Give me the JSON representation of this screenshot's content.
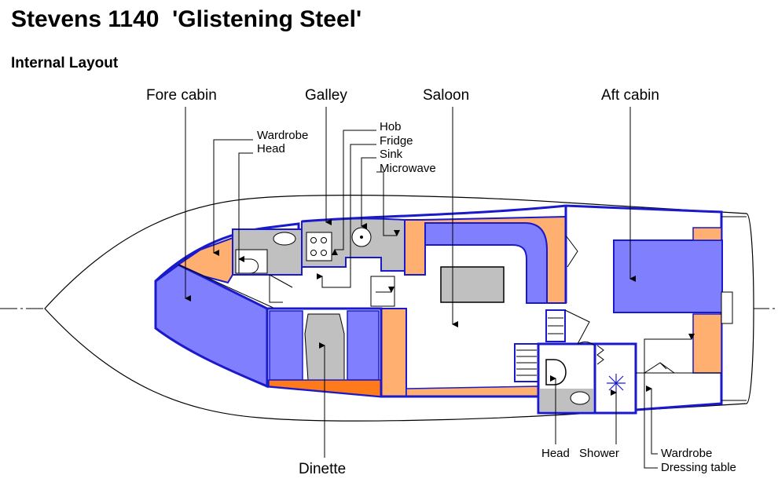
{
  "title": "Stevens 1140  'Glistening Steel'",
  "subtitle": "Internal Layout",
  "areas": {
    "fore_cabin": "Fore cabin",
    "galley": "Galley",
    "saloon": "Saloon",
    "aft_cabin": "Aft cabin",
    "dinette": "Dinette"
  },
  "callouts": {
    "wardrobe_fore": "Wardrobe",
    "head_fore": "Head",
    "hob": "Hob",
    "fridge": "Fridge",
    "sink": "Sink",
    "microwave": "Microwave",
    "head_aft": "Head",
    "shower": "Shower",
    "wardrobe_aft": "Wardrobe",
    "dressing_table": "Dressing table"
  },
  "colors": {
    "hull_outline": "#000000",
    "bulkhead": "#1a1acc",
    "upholstery": "#8080ff",
    "joinery": "#ffb070",
    "worktop": "#c0c0c0",
    "cabin_sole": "#ff7a1a"
  }
}
